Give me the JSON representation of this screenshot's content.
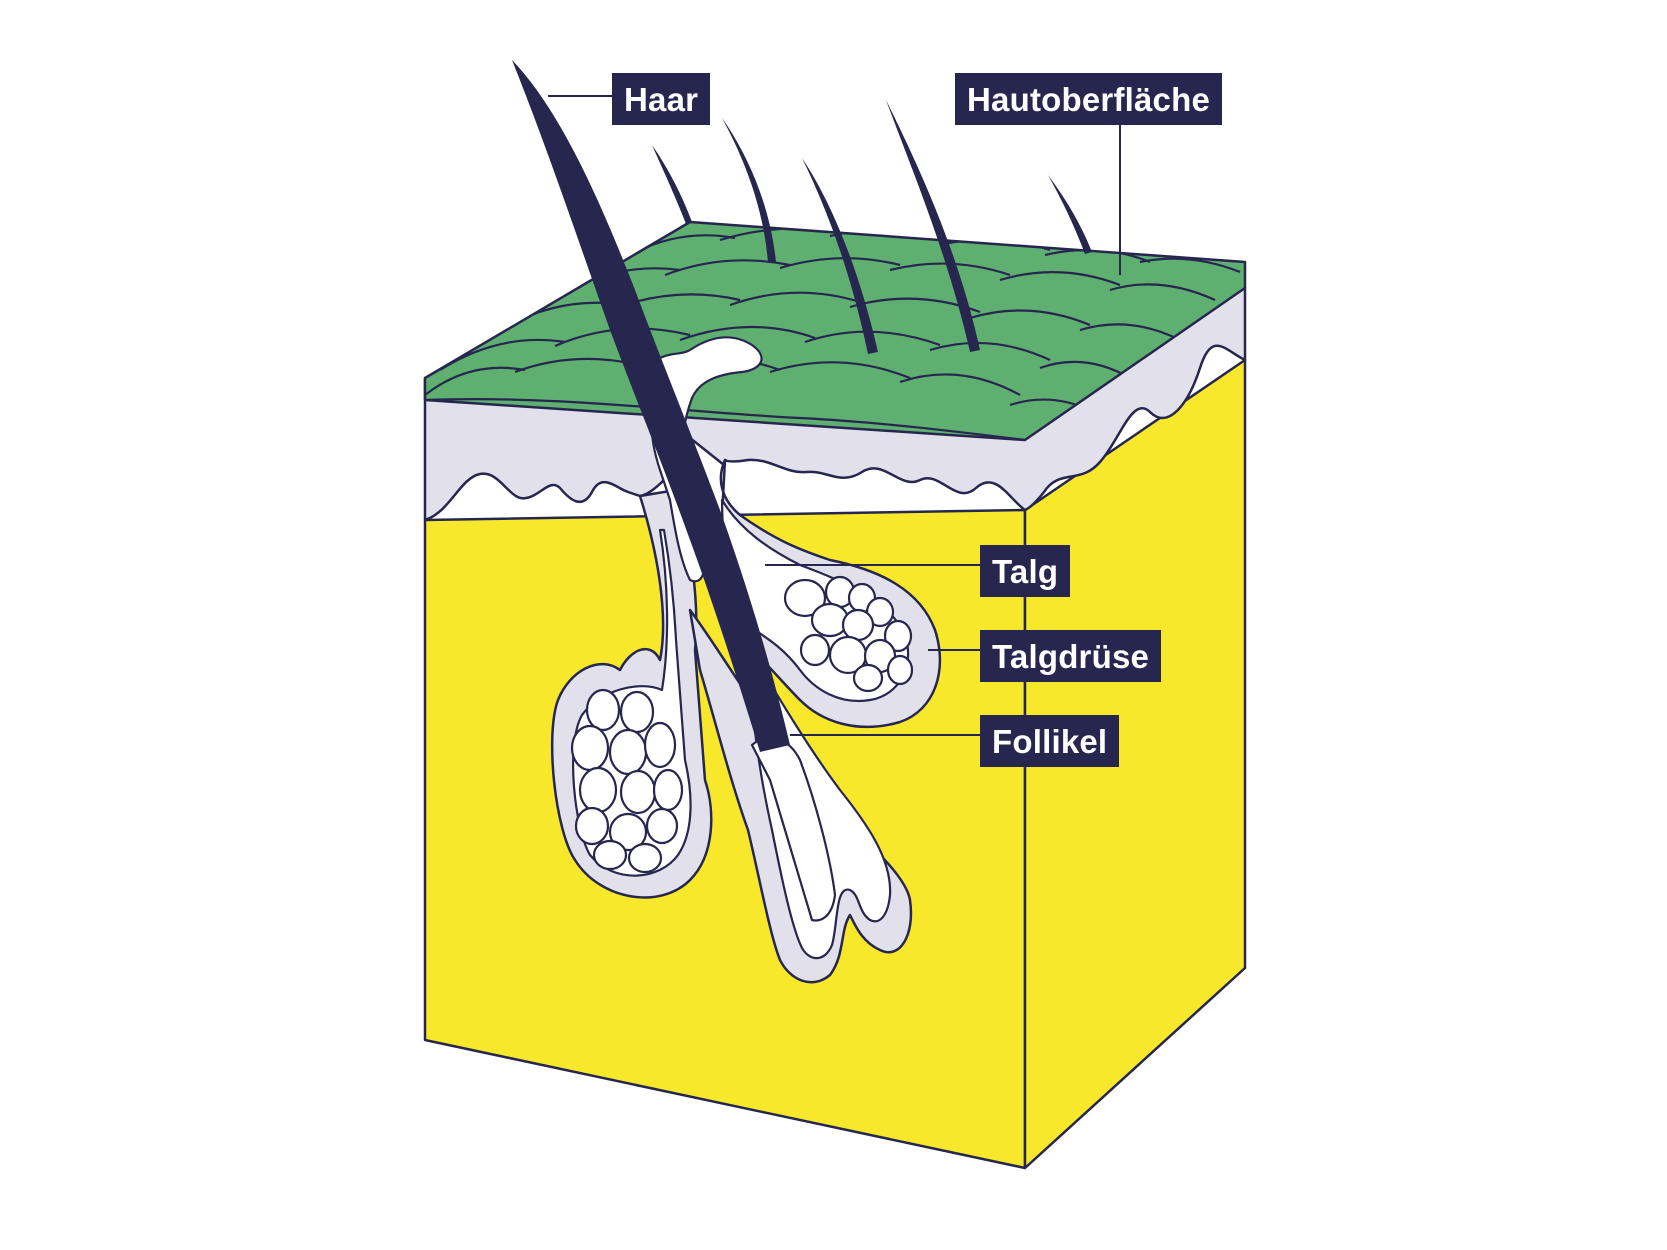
{
  "colors": {
    "ink": "#26264f",
    "skin_surface": "#5fb070",
    "epidermis": "#e2e0ea",
    "dermis": "#f8e82c",
    "sebum": "#ffffff"
  },
  "labels": {
    "haar": "Haar",
    "hautoberflaeche": "Hautoberfläche",
    "talg": "Talg",
    "talgdruese": "Talgdrüse",
    "follikel": "Follikel"
  }
}
